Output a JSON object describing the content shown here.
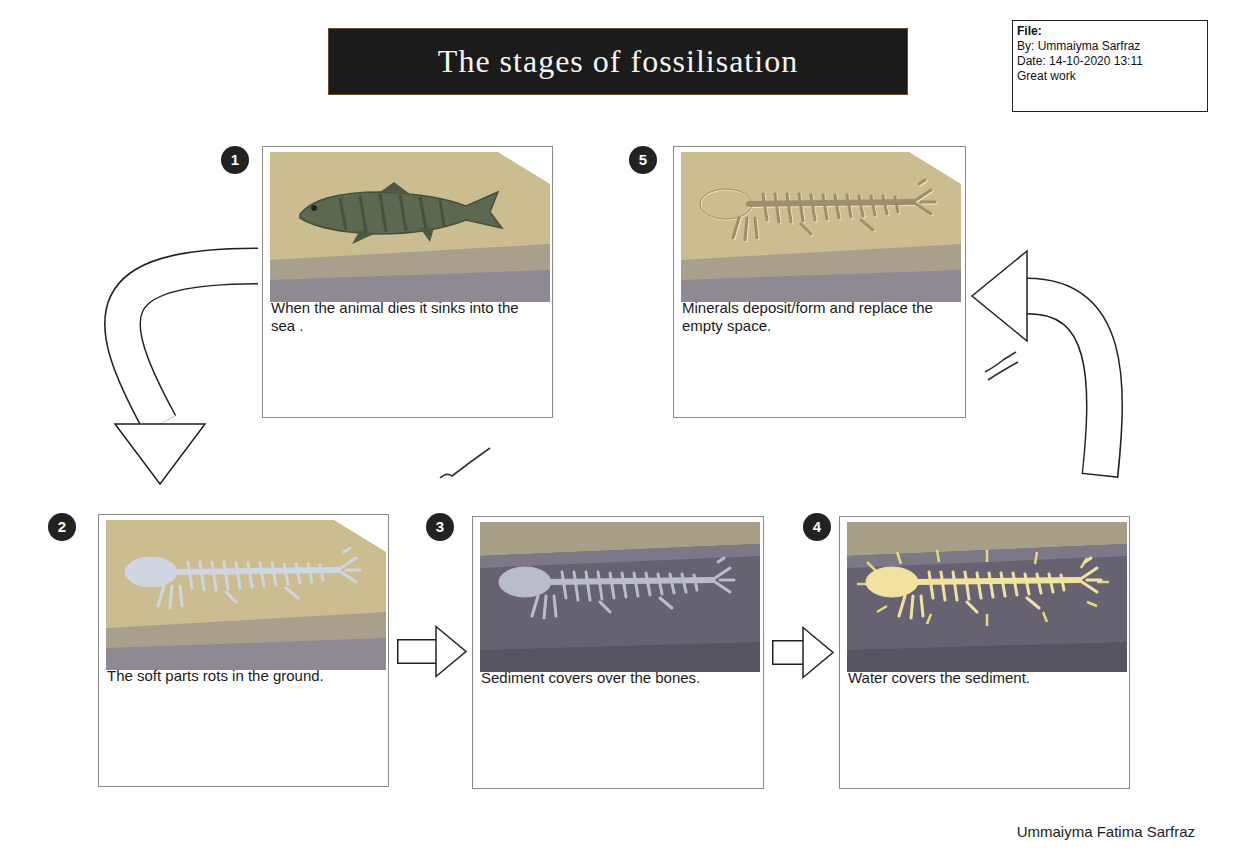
{
  "diagram": {
    "title": "The stages of fossilisation",
    "nodes": [
      {
        "text": [
          "File:",
          "By: Ummaiyma Sarfraz",
          "Date: 14-10-2020 13:11",
          "Great work"
        ]
      },
      {
        "text": [
          "When the animal dies it sinks into the sea ."
        ]
      },
      {
        "text": [
          "Minerals deposit/form and replace the empty space."
        ]
      },
      {
        "text": [
          "The soft parts rots in the ground."
        ]
      },
      {
        "text": [
          "Sediment covers over the bones."
        ]
      },
      {
        "text": [
          "Water covers the sediment."
        ]
      }
    ],
    "edges": [
      {
        "from": 1,
        "to": 3,
        "arrow": "to"
      },
      {
        "from": 3,
        "to": 4,
        "arrow": "to"
      },
      {
        "from": 4,
        "to": 5,
        "arrow": "to"
      },
      {
        "from": 5,
        "to": 2,
        "arrow": "to"
      }
    ],
    "labels": [
      "1",
      "5",
      "2",
      "3",
      "4",
      "Ummaiyma Fatima Sarfraz"
    ]
  }
}
